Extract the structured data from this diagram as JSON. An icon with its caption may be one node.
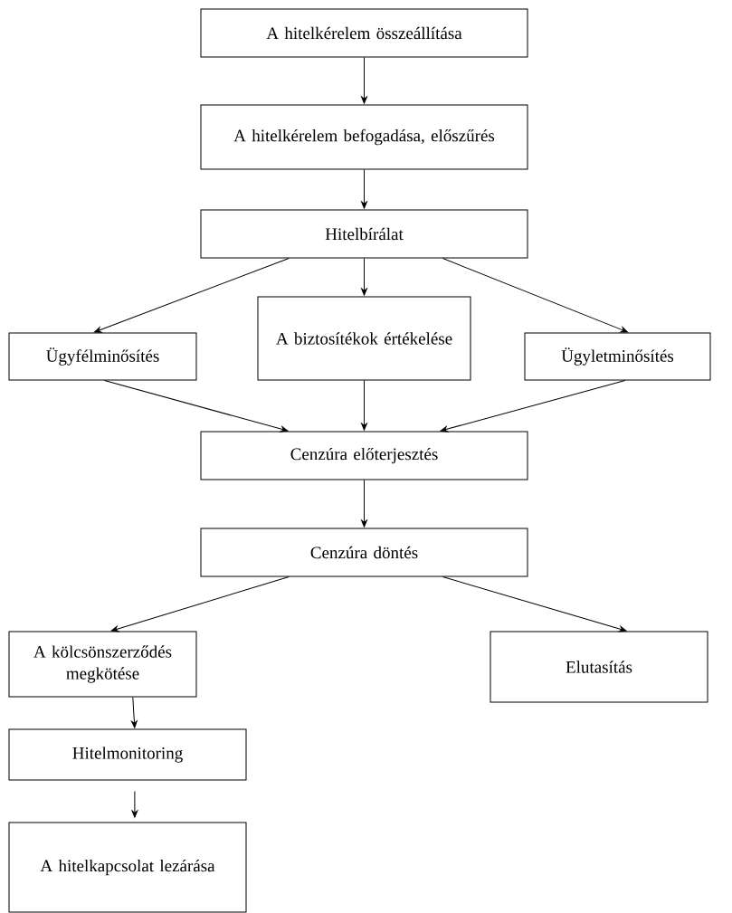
{
  "diagram": {
    "nodes": [
      {
        "text": [
          "A hitelkérelem összeállítása"
        ]
      },
      {
        "text": [
          "A hitelkérelem befogadása, előszűrés"
        ]
      },
      {
        "text": [
          "Hitelbírálat"
        ]
      },
      {
        "text": [
          "Ügyfélminősítés"
        ]
      },
      {
        "text": [
          "A biztosítékok értékelése"
        ]
      },
      {
        "text": [
          "Ügyletminősítés"
        ]
      },
      {
        "text": [
          "Cenzúra előterjesztés"
        ]
      },
      {
        "text": [
          "Cenzúra döntés"
        ]
      },
      {
        "text": [
          "A kölcsönszerződés megkötése"
        ]
      },
      {
        "text": [
          "Elutasítás"
        ]
      },
      {
        "text": [
          "Hitelmonitoring"
        ]
      },
      {
        "text": [
          "A hitelkapcsolat lezárása"
        ]
      }
    ],
    "edges": [
      {
        "from": 0,
        "to": 1,
        "arrow": "to"
      },
      {
        "from": 1,
        "to": 2,
        "arrow": "to"
      },
      {
        "from": 2,
        "to": 3,
        "arrow": "to"
      },
      {
        "from": 2,
        "to": 4,
        "arrow": "to"
      },
      {
        "from": 2,
        "to": 5,
        "arrow": "to"
      },
      {
        "from": 3,
        "to": 6,
        "arrow": "to"
      },
      {
        "from": 4,
        "to": 6,
        "arrow": "to"
      },
      {
        "from": 5,
        "to": 6,
        "arrow": "to"
      },
      {
        "from": 6,
        "to": 7,
        "arrow": "to"
      },
      {
        "from": 7,
        "to": 8,
        "arrow": "to"
      },
      {
        "from": 7,
        "to": 9,
        "arrow": "to"
      },
      {
        "from": 8,
        "to": 10,
        "arrow": "to"
      },
      {
        "from": 10,
        "to": 11,
        "arrow": "to"
      }
    ]
  }
}
